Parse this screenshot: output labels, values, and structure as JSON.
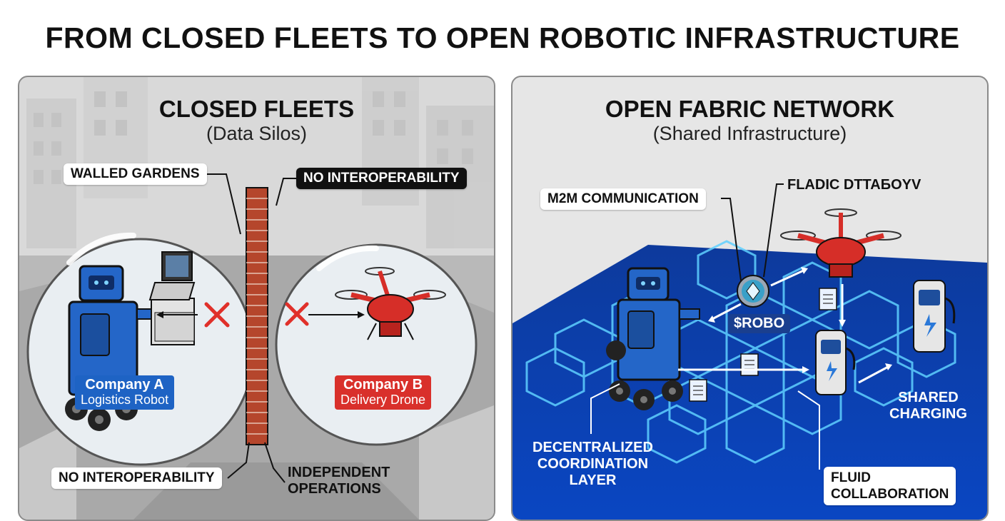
{
  "title": "FROM CLOSED FLEETS TO OPEN ROBOTIC INFRASTRUCTURE",
  "left": {
    "title": "CLOSED FLEETS",
    "subtitle": "(Data Silos)",
    "walled_gardens": "WALLED GARDENS",
    "no_interop_top": "NO INTEROPERABILITY",
    "no_interop_bottom": "NO INTEROPERABILITY",
    "independent_line1": "INDEPENDENT",
    "independent_line2": "OPERATIONS",
    "company_a_name": "Company A",
    "company_a_role": "Logistics Robot",
    "company_b_name": "Company B",
    "company_b_role": "Delivery Drone",
    "colors": {
      "company_a": "#1e63c4",
      "company_b": "#d9302b",
      "brick": "#b5462c",
      "x_mark": "#e0302a"
    }
  },
  "right": {
    "title": "OPEN FABRIC NETWORK",
    "subtitle": "(Shared Infrastructure)",
    "m2m": "M2M COMMUNICATION",
    "fladic": "FLADIC DTTAБOYV",
    "token": "$ROBO",
    "shared_line1": "SHARED",
    "shared_line2": "CHARGING",
    "decentralized_line1": "DECENTRALIZED",
    "decentralized_line2": "COORDINATION",
    "decentralized_line3": "LAYER",
    "fluid_line1": "FLUID",
    "fluid_line2": "COLLABORATION",
    "colors": {
      "network": "#0b3fae",
      "hex_glow": "#5fd0ff",
      "robot": "#2466c8",
      "drone": "#d62e28"
    }
  }
}
